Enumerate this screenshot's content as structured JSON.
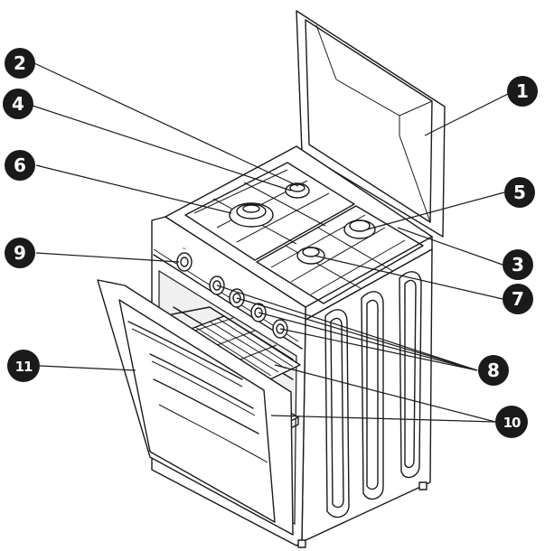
{
  "callouts": [
    {
      "id": "c1",
      "label": "1"
    },
    {
      "id": "c2",
      "label": "2"
    },
    {
      "id": "c3",
      "label": "3"
    },
    {
      "id": "c4",
      "label": "4"
    },
    {
      "id": "c5",
      "label": "5"
    },
    {
      "id": "c6",
      "label": "6"
    },
    {
      "id": "c7",
      "label": "7"
    },
    {
      "id": "c8",
      "label": "8"
    },
    {
      "id": "c9",
      "label": "9"
    },
    {
      "id": "c10",
      "label": "10"
    },
    {
      "id": "c11",
      "label": "11"
    }
  ],
  "colors": {
    "ink": "#1a1a1a",
    "paper": "#ffffff"
  }
}
